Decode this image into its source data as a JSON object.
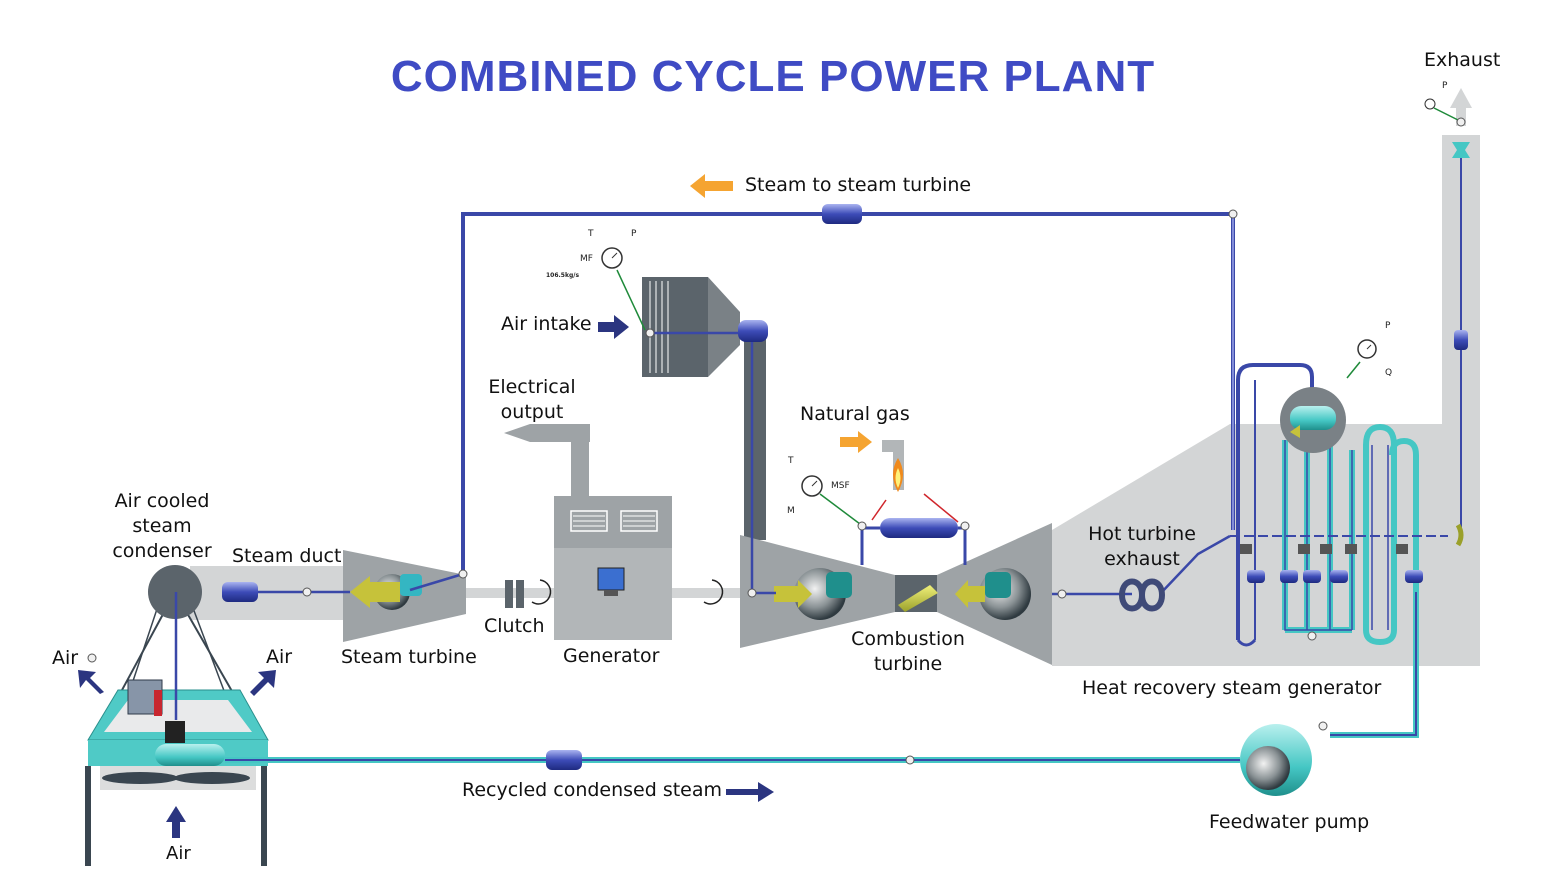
{
  "title": "COMBINED CYCLE POWER PLANT",
  "labels": {
    "exhaust": "Exhaust",
    "steam_to_turbine": "Steam to steam turbine",
    "air_intake": "Air intake",
    "electrical_output_1": "Electrical",
    "electrical_output_2": "output",
    "natural_gas": "Natural gas",
    "air_cooled_1": "Air cooled",
    "air_cooled_2": "steam",
    "air_cooled_3": "condenser",
    "steam_duct": "Steam duct",
    "hot_exhaust_1": "Hot turbine",
    "hot_exhaust_2": "exhaust",
    "clutch": "Clutch",
    "generator": "Generator",
    "steam_turbine": "Steam turbine",
    "combustion_1": "Combustion",
    "combustion_2": "turbine",
    "air_left": "Air",
    "air_right": "Air",
    "air_bottom": "Air",
    "hrsg": "Heat recovery steam generator",
    "recycled": "Recycled condensed steam",
    "feedwater_pump": "Feedwater pump"
  },
  "gauges": {
    "intake_t": "T",
    "intake_p": "P",
    "intake_mf": "MF",
    "intake_value": "106.5kg/s",
    "fuel_t": "T",
    "fuel_msf": "MSF",
    "fuel_m": "M",
    "drum_p": "P",
    "drum_q": "Q",
    "stack_p": "P"
  },
  "colors": {
    "title": "#3f4bc4",
    "pipe_blue": "#3a48a8",
    "pipe_cyan": "#45c7c4",
    "equipment_gray": "#9ea3a6",
    "duct_gray": "#d3d5d6",
    "arrow_orange": "#f5a431",
    "arrow_navy": "#2b3580",
    "flow_yellow": "#c6c23a"
  }
}
